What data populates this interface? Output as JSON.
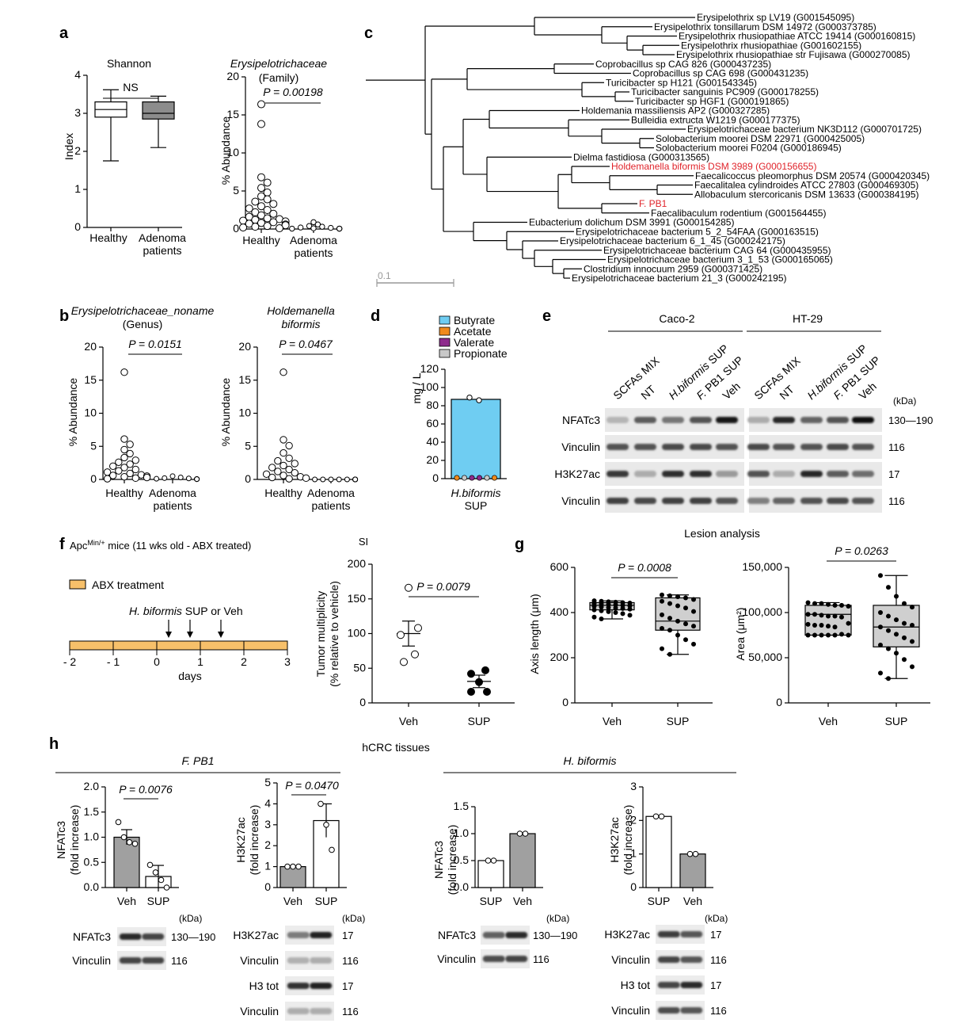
{
  "panels": {
    "a": {
      "label": "a",
      "shannon": {
        "title": "Shannon",
        "ylabel": "Index",
        "sig": "NS",
        "yticks": [
          "0",
          "1",
          "2",
          "3",
          "4"
        ],
        "cats": [
          "Healthy",
          "Adenoma",
          "patients"
        ],
        "boxes": [
          {
            "min": 1.75,
            "q1": 2.9,
            "med": 3.1,
            "q3": 3.3,
            "max": 3.62,
            "fill": "#ffffff"
          },
          {
            "min": 2.1,
            "q1": 2.85,
            "med": 3.0,
            "q3": 3.3,
            "max": 3.45,
            "fill": "#8c8c8c"
          }
        ]
      },
      "family": {
        "title": "Erysipelotrichaceae",
        "subtitle": "(Family)",
        "ylabel": "% Abundance",
        "p": "P = 0.00198",
        "yticks": [
          "0",
          "5",
          "10",
          "15",
          "20"
        ],
        "cats": [
          "Healthy",
          "Adenoma",
          "patients"
        ]
      }
    },
    "b": {
      "label": "b",
      "genus": {
        "title": "Erysipelotrichaceae_noname",
        "subtitle": "(Genus)",
        "ylabel": "% Abundance",
        "p": "P = 0.0151",
        "yticks": [
          "0",
          "5",
          "10",
          "15",
          "20"
        ],
        "cats": [
          "Healthy",
          "Adenoma",
          "patients"
        ]
      },
      "species": {
        "title1": "Holdemanella",
        "title2": "biformis",
        "ylabel": "% Abundance",
        "p": "P = 0.0467",
        "yticks": [
          "0",
          "5",
          "10",
          "15",
          "20"
        ],
        "cats": [
          "Healthy",
          "Adenoma",
          "patients"
        ]
      }
    },
    "c": {
      "label": "c",
      "scale": "0.1",
      "leaves": [
        {
          "text": "Erysipelothrix sp LV19 (G001545095)",
          "red": false
        },
        {
          "text": "Erysipelothrix tonsillarum DSM 14972 (G000373785)",
          "red": false
        },
        {
          "text": "Erysipelothrix rhusiopathiae ATCC 19414 (G000160815)",
          "red": false
        },
        {
          "text": "Erysipelothrix rhusiopathiae (G001602155)",
          "red": false
        },
        {
          "text": "Erysipelothrix rhusiopathiae str Fujisawa (G000270085)",
          "red": false
        },
        {
          "text": "Coprobacillus sp CAG 826 (G000437235)",
          "red": false
        },
        {
          "text": "Coprobacillus sp CAG 698 (G000431235)",
          "red": false
        },
        {
          "text": "Turicibacter sp H121 (G001543345)",
          "red": false
        },
        {
          "text": "Turicibacter sanguinis PC909 (G000178255)",
          "red": false
        },
        {
          "text": "Turicibacter sp HGF1 (G000191865)",
          "red": false
        },
        {
          "text": "Holdemania massiliensis AP2 (G000327285)",
          "red": false
        },
        {
          "text": "Bulleidia extructa W1219 (G000177375)",
          "red": false
        },
        {
          "text": "Erysipelotrichaceae bacterium NK3D112 (G000701725)",
          "red": false
        },
        {
          "text": "Solobacterium moorei DSM 22971 (G000425005)",
          "red": false
        },
        {
          "text": "Solobacterium moorei F0204 (G000186945)",
          "red": false
        },
        {
          "text": "Dielma fastidiosa (G000313565)",
          "red": false
        },
        {
          "text": "Holdemanella biformis DSM 3989 (G000156655)",
          "red": true
        },
        {
          "text": "Faecalicoccus pleomorphus DSM 20574 (G000420345)",
          "red": false
        },
        {
          "text": "Faecalitalea cylindroides ATCC 27803 (G000469305)",
          "red": false
        },
        {
          "text": "Allobaculum stercoricanis DSM 13633 (G000384195)",
          "red": false
        },
        {
          "text": "F. PB1",
          "red": true
        },
        {
          "text": "Faecalibaculum rodentium (G001564455)",
          "red": false
        },
        {
          "text": "Eubacterium dolichum DSM 3991 (G000154285)",
          "red": false
        },
        {
          "text": "Erysipelotrichaceae bacterium 5_2_54FAA (G000163515)",
          "red": false
        },
        {
          "text": "Erysipelotrichaceae bacterium 6_1_45 (G000242175)",
          "red": false
        },
        {
          "text": "Erysipelotrichaceae bacterium CAG 64 (G000435955)",
          "red": false
        },
        {
          "text": "Erysipelotrichaceae bacterium 3_1_53 (G000165065)",
          "red": false
        },
        {
          "text": "Clostridium innocuum 2959 (G000371425)",
          "red": false
        },
        {
          "text": "Erysipelotrichaceae bacterium 21_3 (G000242195)",
          "red": false
        }
      ]
    },
    "d": {
      "label": "d",
      "ylabel": "mg / L",
      "legend": [
        {
          "name": "Butyrate",
          "color": "#6fcdf2"
        },
        {
          "name": "Acetate",
          "color": "#f08a1c"
        },
        {
          "name": "Valerate",
          "color": "#8e2a8c"
        },
        {
          "name": "Propionate",
          "color": "#c8c8c8"
        }
      ],
      "yticks": [
        "0",
        "20",
        "40",
        "60",
        "80",
        "100",
        "120"
      ],
      "xlabel1": "H.biformis",
      "xlabel2": "SUP"
    },
    "e": {
      "label": "e",
      "groups": [
        "Caco-2",
        "HT-29"
      ],
      "lanes": [
        "SCFAs MIX",
        "NT",
        "H.biformis SUP",
        "F. PB1 SUP",
        "Veh"
      ],
      "kda": "(kDa)",
      "rows": [
        {
          "name": "NFATc3",
          "kda": "130—190"
        },
        {
          "name": "Vinculin",
          "kda": "116"
        },
        {
          "name": "H3K27ac",
          "kda": "17"
        },
        {
          "name": "Vinculin",
          "kda": "116"
        }
      ]
    },
    "f": {
      "label": "f",
      "mouse": "Apc",
      "mouse_sup": "Min/+",
      "mouse_rest": " mice (11 wks old - ABX treated)",
      "legend": "ABX treatment",
      "treat_it": "H. biformis",
      "treat_rest": " SUP or Veh",
      "days": [
        "- 2",
        "- 1",
        "0",
        "1",
        "2",
        "3"
      ],
      "days_label": "days",
      "si": "SI",
      "ylabel1": "Tumor multiplicity",
      "ylabel2": "(% relative to vehicle)",
      "p": "P = 0.0079",
      "yticks": [
        "0",
        "50",
        "100",
        "150",
        "200"
      ],
      "cats": [
        "Veh",
        "SUP"
      ]
    },
    "g": {
      "label": "g",
      "title": "Lesion analysis",
      "axis": {
        "ylabel": "Axis length (μm)",
        "p": "P = 0.0008",
        "yticks": [
          "0",
          "200",
          "400",
          "600"
        ],
        "cats": [
          "Veh",
          "SUP"
        ]
      },
      "area": {
        "ylabel": "Area (μm²)",
        "p": "P = 0.0263",
        "yticks": [
          "0",
          "50,000",
          "100,000",
          "150,000"
        ],
        "cats": [
          "Veh",
          "SUP"
        ]
      }
    },
    "h": {
      "label": "h",
      "title": "hCRC tissues",
      "fpb1": "F. PB1",
      "hbif": "H. biformis",
      "fold": "(fold increase)",
      "kda": "(kDa)",
      "c1": {
        "ylabel": "NFATc3",
        "p": "P = 0.0076",
        "yticks": [
          "0.0",
          "0.5",
          "1.0",
          "1.5",
          "2.0"
        ],
        "cats": [
          "Veh",
          "SUP"
        ]
      },
      "c2": {
        "ylabel": "H3K27ac",
        "p": "P = 0.0470",
        "yticks": [
          "0",
          "1",
          "2",
          "3",
          "4",
          "5"
        ],
        "cats": [
          "Veh",
          "SUP"
        ]
      },
      "c3": {
        "ylabel": "NFATc3",
        "yticks": [
          "0.0",
          "0.5",
          "1.0",
          "1.5"
        ],
        "cats": [
          "SUP",
          "Veh"
        ]
      },
      "c4": {
        "ylabel": "H3K27ac",
        "yticks": [
          "0",
          "1",
          "2",
          "3"
        ],
        "cats": [
          "SUP",
          "Veh"
        ]
      },
      "blot1": [
        {
          "name": "NFATc3",
          "kda": "130—190"
        },
        {
          "name": "Vinculin",
          "kda": "116"
        }
      ],
      "blot2": [
        {
          "name": "H3K27ac",
          "kda": "17"
        },
        {
          "name": "Vinculin",
          "kda": "116"
        },
        {
          "name": "H3 tot",
          "kda": "17"
        },
        {
          "name": "Vinculin",
          "kda": "116"
        }
      ],
      "blot3": [
        {
          "name": "NFATc3",
          "kda": "130—190"
        },
        {
          "name": "Vinculin",
          "kda": "116"
        }
      ],
      "blot4": [
        {
          "name": "H3K27ac",
          "kda": "17"
        },
        {
          "name": "Vinculin",
          "kda": "116"
        },
        {
          "name": "H3 tot",
          "kda": "17"
        },
        {
          "name": "Vinculin",
          "kda": "116"
        }
      ]
    }
  },
  "chart_data": [
    {
      "type": "box",
      "panel": "a",
      "title": "Shannon",
      "ylabel": "Index",
      "ylim": [
        0,
        4
      ],
      "categories": [
        "Healthy",
        "Adenoma patients"
      ],
      "boxes": [
        {
          "min": 1.75,
          "q1": 2.9,
          "median": 3.1,
          "q3": 3.3,
          "max": 3.62
        },
        {
          "min": 2.1,
          "q1": 2.85,
          "median": 3.0,
          "q3": 3.3,
          "max": 3.45
        }
      ]
    },
    {
      "type": "scatter",
      "panel": "a",
      "title": "Erysipelotrichaceae",
      "ylabel": "% Abundance",
      "ylim": [
        0,
        20
      ],
      "categories": [
        "Healthy",
        "Adenoma patients"
      ],
      "series": [
        {
          "name": "Healthy",
          "values": [
            16.4,
            13.8,
            6.8,
            6.1,
            5.4,
            4.8,
            4.3,
            3.9,
            3.6,
            3.3,
            3.0,
            2.7,
            2.5,
            2.2,
            2.0,
            1.8,
            1.6,
            1.4,
            1.3,
            1.2,
            1.1,
            1.0,
            0.9,
            0.8,
            0.7,
            0.6,
            0.5,
            0.4,
            0.3,
            0.2,
            0.1
          ]
        },
        {
          "name": "Adenoma patients",
          "values": [
            0.9,
            0.6,
            0.4,
            0.3,
            0.2,
            0.15,
            0.1,
            0.05,
            0.05,
            0.05,
            0.05
          ]
        }
      ]
    },
    {
      "type": "scatter",
      "panel": "b",
      "title": "Erysipelotrichaceae_noname",
      "ylabel": "% Abundance",
      "ylim": [
        0,
        20
      ],
      "categories": [
        "Healthy",
        "Adenoma patients"
      ],
      "series": [
        {
          "name": "Healthy",
          "values": [
            16.2,
            6.1,
            5.3,
            4.5,
            3.9,
            3.3,
            2.9,
            2.6,
            2.3,
            2.0,
            1.8,
            1.5,
            1.3,
            1.1,
            0.9,
            0.7,
            0.6,
            0.5,
            0.4,
            0.3,
            0.2,
            0.1
          ]
        },
        {
          "name": "Adenoma patients",
          "values": [
            0.5,
            0.3,
            0.2,
            0.15,
            0.1,
            0.05,
            0.05,
            0.05,
            0.05,
            0.05
          ]
        }
      ]
    },
    {
      "type": "scatter",
      "panel": "b",
      "title": "Holdemanella biformis",
      "ylabel": "% Abundance",
      "ylim": [
        0,
        20
      ],
      "categories": [
        "Healthy",
        "Adenoma patients"
      ],
      "series": [
        {
          "name": "Healthy",
          "values": [
            16.2,
            6.0,
            5.1,
            4.0,
            3.2,
            2.8,
            2.4,
            2.1,
            1.8,
            1.5,
            1.2,
            1.0,
            0.8,
            0.6,
            0.4,
            0.3,
            0.2,
            0.1
          ]
        },
        {
          "name": "Adenoma patients",
          "values": [
            0,
            0,
            0,
            0,
            0,
            0,
            0,
            0,
            0,
            0
          ]
        }
      ]
    },
    {
      "type": "bar",
      "panel": "d",
      "ylabel": "mg / L",
      "ylim": [
        0,
        120
      ],
      "categories": [
        "H.biformis SUP"
      ],
      "series": [
        {
          "name": "Butyrate",
          "values": [
            87
          ],
          "points": [
            89,
            86
          ]
        },
        {
          "name": "Acetate",
          "values": [
            0
          ]
        },
        {
          "name": "Valerate",
          "values": [
            0
          ]
        },
        {
          "name": "Propionate",
          "values": [
            0
          ]
        }
      ]
    },
    {
      "type": "scatter",
      "panel": "f",
      "ylabel": "Tumor multiplicity (% relative to vehicle)",
      "ylim": [
        0,
        200
      ],
      "categories": [
        "Veh",
        "SUP"
      ],
      "series": [
        {
          "name": "Veh",
          "mean": 100,
          "sem": 18,
          "values": [
            166,
            108,
            98,
            70,
            59
          ]
        },
        {
          "name": "SUP",
          "mean": 31,
          "sem": 9,
          "values": [
            47,
            42,
            30,
            16,
            16
          ]
        }
      ]
    },
    {
      "type": "box",
      "panel": "g",
      "ylabel": "Axis length (μm)",
      "ylim": [
        0,
        600
      ],
      "categories": [
        "Veh",
        "SUP"
      ],
      "boxes": [
        {
          "min": 372,
          "q1": 412,
          "median": 432,
          "q3": 444,
          "max": 452
        },
        {
          "min": 215,
          "q1": 322,
          "median": 362,
          "q3": 465,
          "max": 478
        }
      ]
    },
    {
      "type": "box",
      "panel": "g",
      "ylabel": "Area (μm²)",
      "ylim": [
        0,
        150000
      ],
      "categories": [
        "Veh",
        "SUP"
      ],
      "boxes": [
        {
          "min": 75000,
          "q1": 75000,
          "median": 98000,
          "q3": 108000,
          "max": 111000
        },
        {
          "min": 27000,
          "q1": 62000,
          "median": 84000,
          "q3": 108000,
          "max": 141000
        }
      ]
    },
    {
      "type": "bar",
      "panel": "h",
      "ylabel": "NFATc3 (fold increase)",
      "ylim": [
        0,
        2.0
      ],
      "categories": [
        "Veh",
        "SUP"
      ],
      "values": [
        1.0,
        0.22
      ],
      "sem": [
        0.15,
        0.22
      ],
      "points": [
        [
          1.3,
          1.0,
          0.9,
          0.87
        ],
        [
          0.45,
          0.3,
          0.15,
          0.0
        ]
      ]
    },
    {
      "type": "bar",
      "panel": "h",
      "ylabel": "H3K27ac (fold increase)",
      "ylim": [
        0,
        5
      ],
      "categories": [
        "Veh",
        "SUP"
      ],
      "values": [
        1.0,
        3.2
      ],
      "sem": [
        0.0,
        0.8
      ],
      "points": [
        [
          1,
          1,
          1
        ],
        [
          4.0,
          3.0,
          1.8
        ]
      ]
    },
    {
      "type": "bar",
      "panel": "h",
      "ylabel": "NFATc3 (fold increase)",
      "ylim": [
        0,
        1.5
      ],
      "categories": [
        "SUP",
        "Veh"
      ],
      "values": [
        0.5,
        1.0
      ],
      "points": [
        [
          0.5,
          0.5
        ],
        [
          1.0,
          1.0
        ]
      ]
    },
    {
      "type": "bar",
      "panel": "h",
      "ylabel": "H3K27ac (fold increase)",
      "ylim": [
        0,
        3
      ],
      "categories": [
        "SUP",
        "Veh"
      ],
      "values": [
        2.12,
        1.0
      ],
      "points": [
        [
          2.12,
          2.12
        ],
        [
          1.0,
          1.0
        ]
      ]
    }
  ]
}
